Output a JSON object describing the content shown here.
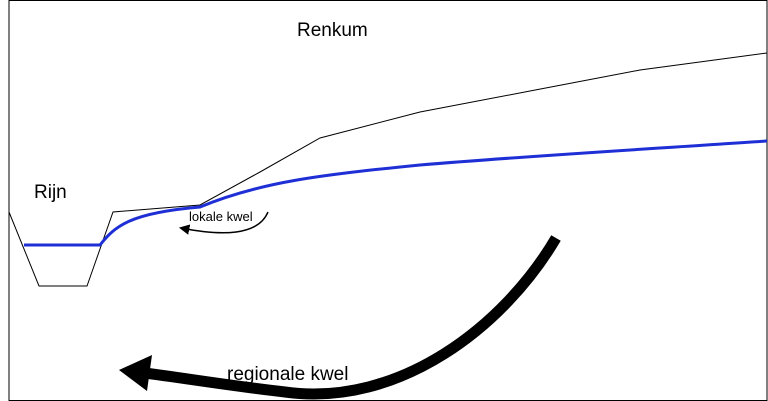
{
  "labels": {
    "town": "Renkum",
    "river": "Rijn",
    "local_seepage": "lokale kwel",
    "regional_seepage": "regionale kwel"
  },
  "colors": {
    "water_table": "#1f2fd6",
    "outline": "#000000",
    "background": "#ffffff"
  }
}
